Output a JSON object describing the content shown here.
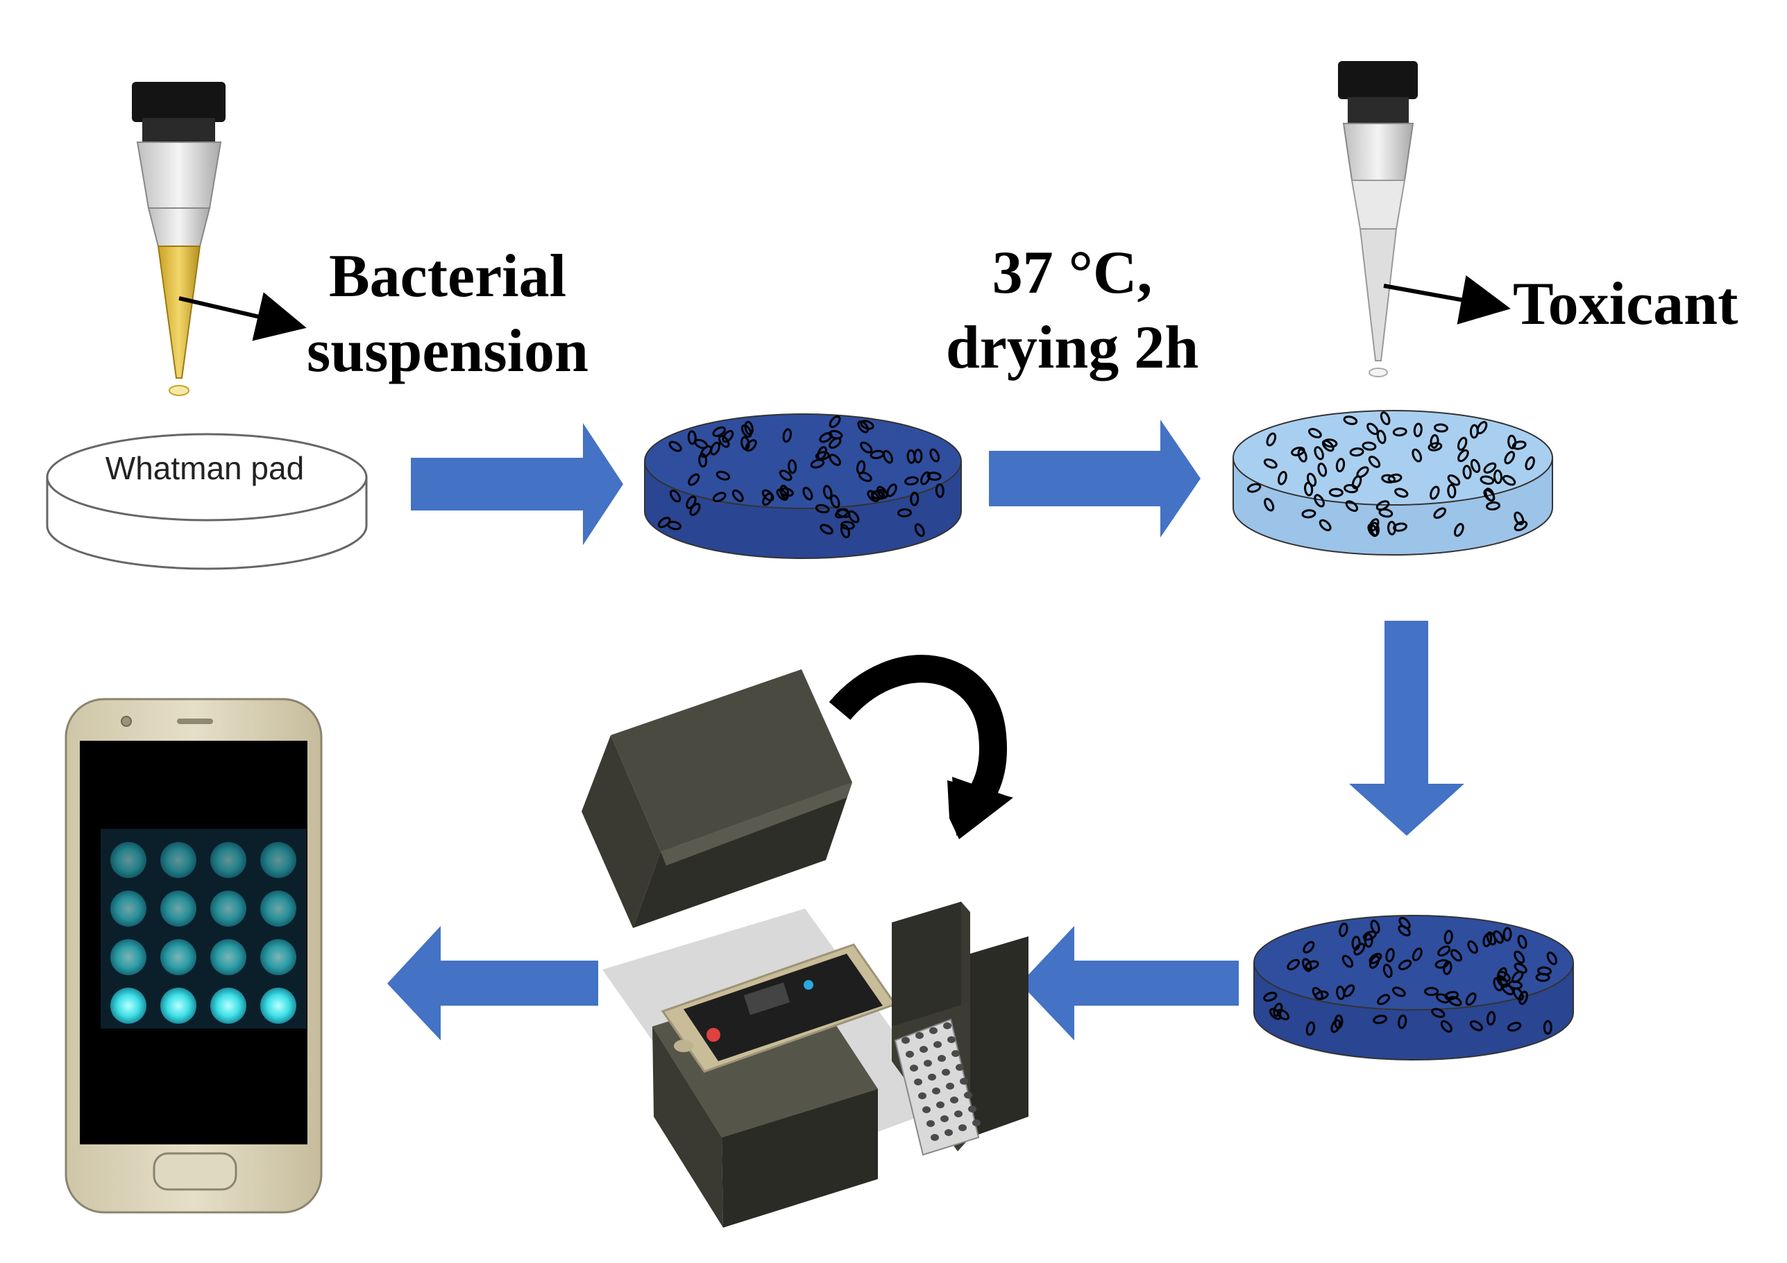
{
  "labels": {
    "bacterial_line1": "Bacterial",
    "bacterial_line2": "suspension",
    "temp_line1": "37 °C,",
    "temp_line2": "drying 2h",
    "toxicant": "Toxicant",
    "whatman_pad": "Whatman pad"
  },
  "colors": {
    "arrow_blue": "#4472C4",
    "pad_dark_blue": "#2F4E9E",
    "pad_light_blue": "#A9CFF0",
    "suspension_yellow": "#E8C13A",
    "box_dark": "#3a3a32",
    "phone_gold": "#d9d0b4",
    "well_cyan": "#3fe0e6"
  },
  "steps": [
    {
      "icon": "pipette-icon",
      "content": "bacterial suspension"
    },
    {
      "icon": "whatman-pad-icon"
    },
    {
      "icon": "loaded-pad-icon"
    },
    {
      "icon": "pipette-icon",
      "content": "toxicant"
    },
    {
      "icon": "treated-pad-icon"
    },
    {
      "icon": "imaging-box-icon"
    },
    {
      "icon": "smartphone-icon"
    }
  ],
  "phone_readout": {
    "rows": 4,
    "cols": 4,
    "row_intensity": [
      0.35,
      0.45,
      0.55,
      1.0
    ]
  }
}
